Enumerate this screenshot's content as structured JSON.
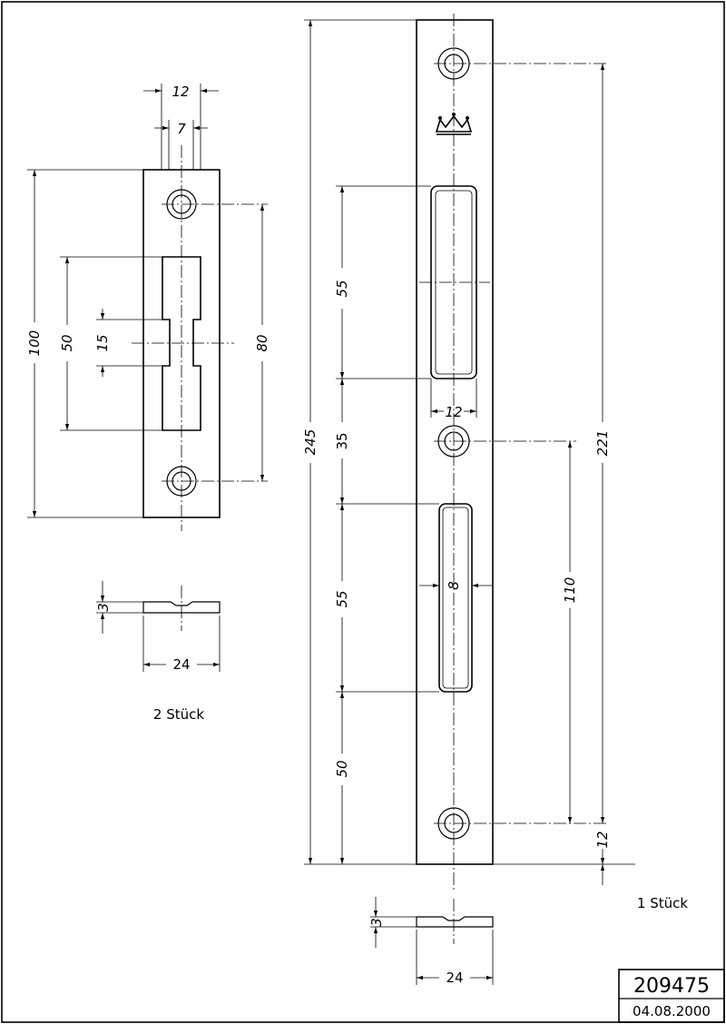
{
  "drawing": {
    "small_plate": {
      "label": "2 Stück",
      "dims": {
        "width_top": "12",
        "slot_width": "7",
        "height": "100",
        "slot_height": "50",
        "notch": "15",
        "hole_spacing": "80",
        "thickness": "3",
        "width": "24"
      }
    },
    "long_plate": {
      "label": "1 Stück",
      "dims": {
        "total_length": "245",
        "hole_span": "221",
        "upper_slot": "55",
        "gap": "35",
        "lower_slot": "55",
        "bottom": "50",
        "slot_width": "12",
        "lower_slot_width": "8",
        "hole_spacing": "110",
        "end_offset": "12",
        "thickness": "3",
        "width": "24"
      }
    }
  },
  "title_block": {
    "number": "209475",
    "date": "04.08.2000"
  }
}
